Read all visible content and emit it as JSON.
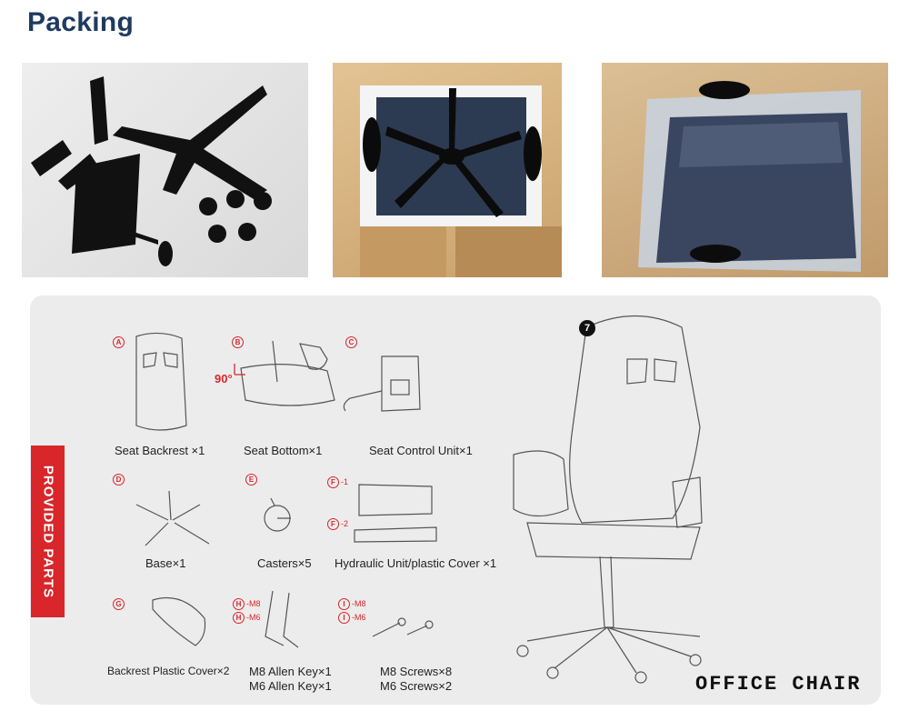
{
  "heading": "Packing",
  "sidebar_label": "PROVIDED PARTS",
  "step_number": "7",
  "product_label": "OFFICE CHAIR",
  "angle_label": "90°",
  "parts": [
    {
      "tag": "A",
      "label": "Seat Backrest  ×1"
    },
    {
      "tag": "B",
      "label": "Seat Bottom×1"
    },
    {
      "tag": "C",
      "label": "Seat Control Unit×1"
    },
    {
      "tag": "D",
      "label": "Base×1"
    },
    {
      "tag": "E",
      "label": "Casters×5"
    },
    {
      "tag": "F",
      "label": "Hydraulic Unit/plastic Cover ×1",
      "sub": [
        "-1",
        "-2"
      ]
    },
    {
      "tag": "G",
      "label": "Backrest Plastic Cover×2"
    },
    {
      "tag": "H",
      "label": "M8 Allen Key×1",
      "label2": "M6 Allen Key×1",
      "sub": [
        "-M8",
        "-M6"
      ]
    },
    {
      "tag": "I",
      "label": "M8 Screws×8",
      "label2": "M6 Screws×2",
      "sub": [
        "-M8",
        "-M6"
      ]
    }
  ]
}
